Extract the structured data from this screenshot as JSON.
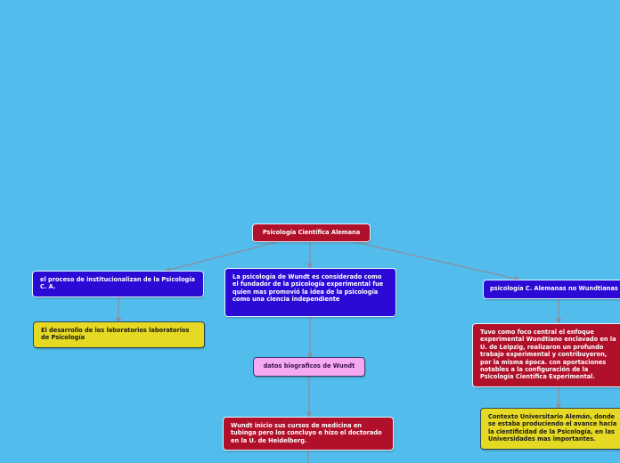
{
  "nodes": {
    "root": "Psicología Científica Alemana",
    "left": "el proceso de institucionalizan de la Psicología C. A.",
    "left_child": "El desarrollo de los laboratorios laboratorios de Psicología",
    "middle": "La psicología de Wundt es considerado como el fundador de la psicología experimental fue quien mas promovió la idea de la psicología como una ciencia independiente",
    "datos": "datos biograficos de Wundt",
    "bio": "Wundt inicio sus cursos de medicina en tubinga pero los concluyo e hizo el doctorado en la U. de Heidelberg.",
    "right": "psicología C. Alemanas no Wundtianas",
    "right_child": "Tuvo como foco central el enfoque experimental Wundtiano enclavado en la U. de Leipzig, realizaron un profundo trabajo experimental y contribuyeron, por la misma época. con aportaciones notables a la configuración de la Psicología Científica Experimental.",
    "right_grandchild": "Contexto Universitario Alemán, donde se estaba produciendo el avance hacia la cientificidad de la Psicología, en las Universidades mas importantes."
  },
  "colors": {
    "background": "#52bdec",
    "red": "#b1102b",
    "blue": "#2b0ad6",
    "yellow": "#e6d924",
    "pink": "#f4a9f2",
    "connector": "#8a8fa0"
  }
}
